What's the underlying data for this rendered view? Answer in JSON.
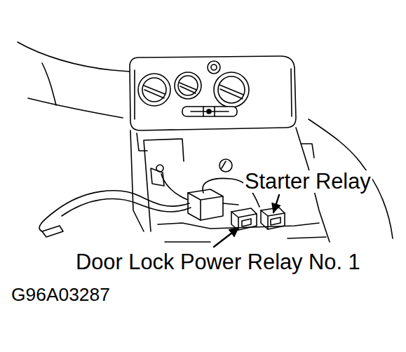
{
  "diagram": {
    "labels": [
      "Starter Relay",
      "Door Lock Power Relay No. 1",
      "G96A03287"
    ]
  }
}
